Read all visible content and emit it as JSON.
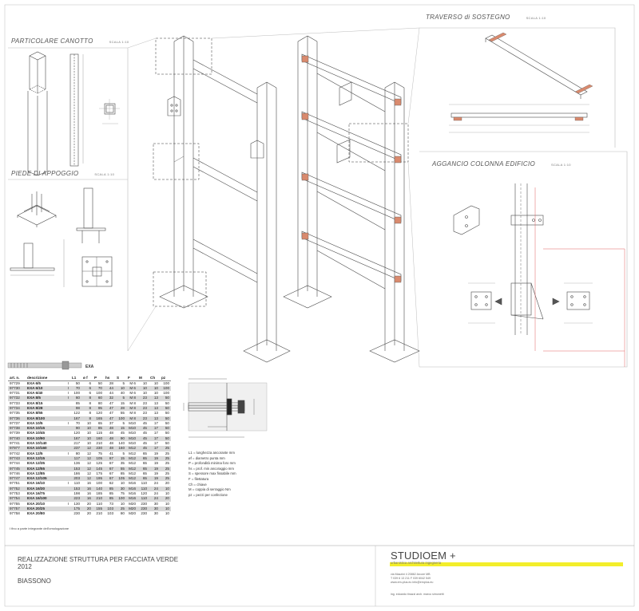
{
  "panels": {
    "canotto": "PARTICOLARE CANOTTO",
    "piede": "PIEDE DI APPOGGIO",
    "traverso": "TRAVERSO di SOSTEGNO",
    "aggancio": "AGGANCIO COLONNA EDIFICIO",
    "scale": "SCALA 1:10"
  },
  "anchor_label": "EXA",
  "spec_table": {
    "headers": [
      "art. n.",
      "descrizione",
      "L1",
      "ø f",
      "P",
      "hs",
      "S",
      "F",
      "M",
      "Ch",
      "pz"
    ],
    "rows": [
      [
        "97729",
        "EXA 6/5",
        "I",
        "50",
        "6",
        "50",
        "28",
        "5",
        "M 6",
        "10",
        "10",
        "100"
      ],
      [
        "97730",
        "EXA 6/10",
        "I",
        "70",
        "6",
        "70",
        "44",
        "10",
        "M 6",
        "10",
        "10",
        "100"
      ],
      [
        "97731",
        "EXA 6/40",
        "I",
        "100",
        "6",
        "100",
        "44",
        "40",
        "M 6",
        "10",
        "10",
        "100"
      ],
      [
        "97732",
        "EXA 8/5",
        "I",
        "60",
        "8",
        "60",
        "32",
        "5",
        "M 8",
        "23",
        "13",
        "50"
      ],
      [
        "97733",
        "EXA 8/15",
        "",
        "85",
        "8",
        "80",
        "47",
        "15",
        "M 8",
        "23",
        "13",
        "50"
      ],
      [
        "97734",
        "EXA 8/28",
        "",
        "98",
        "8",
        "95",
        "47",
        "28",
        "M 8",
        "23",
        "13",
        "50"
      ],
      [
        "97735",
        "EXA 8/55",
        "",
        "122",
        "8",
        "120",
        "47",
        "55",
        "M 8",
        "23",
        "13",
        "50"
      ],
      [
        "97736",
        "EXA 8/100",
        "",
        "167",
        "8",
        "165",
        "47",
        "100",
        "M 8",
        "23",
        "13",
        "50"
      ],
      [
        "97737",
        "EXA 10/5",
        "I",
        "70",
        "10",
        "65",
        "37",
        "5",
        "M10",
        "45",
        "17",
        "50"
      ],
      [
        "97738",
        "EXA 10/15",
        "",
        "90",
        "10",
        "85",
        "48",
        "15",
        "M10",
        "45",
        "17",
        "50"
      ],
      [
        "97739",
        "EXA 10/45",
        "",
        "120",
        "10",
        "115",
        "48",
        "45",
        "M10",
        "45",
        "17",
        "50"
      ],
      [
        "97740",
        "EXA 10/90",
        "",
        "167",
        "10",
        "160",
        "48",
        "90",
        "M10",
        "45",
        "17",
        "50"
      ],
      [
        "97741",
        "EXA 10/140",
        "",
        "217",
        "10",
        "210",
        "48",
        "140",
        "M10",
        "45",
        "17",
        "50"
      ],
      [
        "97977",
        "EXA 10/160",
        "",
        "237",
        "12",
        "230",
        "48",
        "160",
        "M12",
        "45",
        "17",
        "25"
      ],
      [
        "97742",
        "EXA 12/5",
        "I",
        "80",
        "12",
        "75",
        "41",
        "5",
        "M12",
        "65",
        "19",
        "25"
      ],
      [
        "97743",
        "EXA 12/15",
        "",
        "117",
        "12",
        "105",
        "67",
        "15",
        "M12",
        "65",
        "19",
        "25"
      ],
      [
        "97744",
        "EXA 12/35",
        "",
        "136",
        "12",
        "125",
        "67",
        "35",
        "M12",
        "65",
        "19",
        "25"
      ],
      [
        "97745",
        "EXA 12/55",
        "",
        "153",
        "12",
        "145",
        "67",
        "55",
        "M12",
        "65",
        "19",
        "25"
      ],
      [
        "97746",
        "EXA 12/85",
        "",
        "186",
        "12",
        "175",
        "67",
        "85",
        "M12",
        "65",
        "19",
        "25"
      ],
      [
        "97747",
        "EXA 12/105",
        "",
        "203",
        "12",
        "195",
        "67",
        "105",
        "M12",
        "65",
        "19",
        "25"
      ],
      [
        "97751",
        "EXA 16/10",
        "I",
        "110",
        "16",
        "100",
        "62",
        "10",
        "M16",
        "110",
        "24",
        "20"
      ],
      [
        "97752",
        "EXA 16/30",
        "",
        "153",
        "16",
        "140",
        "85",
        "30",
        "M16",
        "110",
        "24",
        "10"
      ],
      [
        "97753",
        "EXA 16/75",
        "",
        "198",
        "16",
        "185",
        "85",
        "75",
        "M16",
        "120",
        "24",
        "10"
      ],
      [
        "97754",
        "EXA 16/100",
        "",
        "223",
        "16",
        "210",
        "85",
        "100",
        "M16",
        "110",
        "24",
        "20"
      ],
      [
        "97755",
        "EXA 20/10",
        "I",
        "130",
        "20",
        "110",
        "73",
        "10",
        "M20",
        "230",
        "30",
        "10"
      ],
      [
        "97757",
        "EXA 20/25",
        "",
        "175",
        "20",
        "155",
        "103",
        "25",
        "M20",
        "230",
        "30",
        "10"
      ],
      [
        "97758",
        "EXA 20/80",
        "",
        "230",
        "20",
        "210",
        "103",
        "80",
        "M20",
        "230",
        "30",
        "10"
      ]
    ],
    "note": "I  fino a parte integrante dell'omologazione"
  },
  "legend": [
    "L1   = lunghezza ancorante mm",
    "øf   = diametro punta mm",
    "P     = profondità minima foro mm",
    "hs   = prof. min ancoraggio mm",
    "S     = spessore max fissabile mm",
    "F     = filettatura",
    "Ch   = chiave",
    "M    = coppia di serraggio Nm",
    "pz   = pezzi per confezione"
  ],
  "project": {
    "title": "REALIZZAZIONE STRUTTURA PER FACCIATA VERDE",
    "year": "2012",
    "location": "BIASSONO"
  },
  "studio": {
    "name": "STUDIOEM +",
    "subtitle": "urbanistica architettura ingegneria",
    "address": "via Mazzini 4  20862  Arcore  MB",
    "phone": "T 039 6 13 211  F 039 6042 549",
    "web": "www.em-plus.eu  info@emplus.eu",
    "people": "ing. edoardo tinazzi     arch. marco simonetti"
  },
  "colors": {
    "line": "#4a4a4a",
    "frame": "#bbbbbb",
    "red_guide": "#e06060",
    "highlight": "#f3ee2a"
  }
}
